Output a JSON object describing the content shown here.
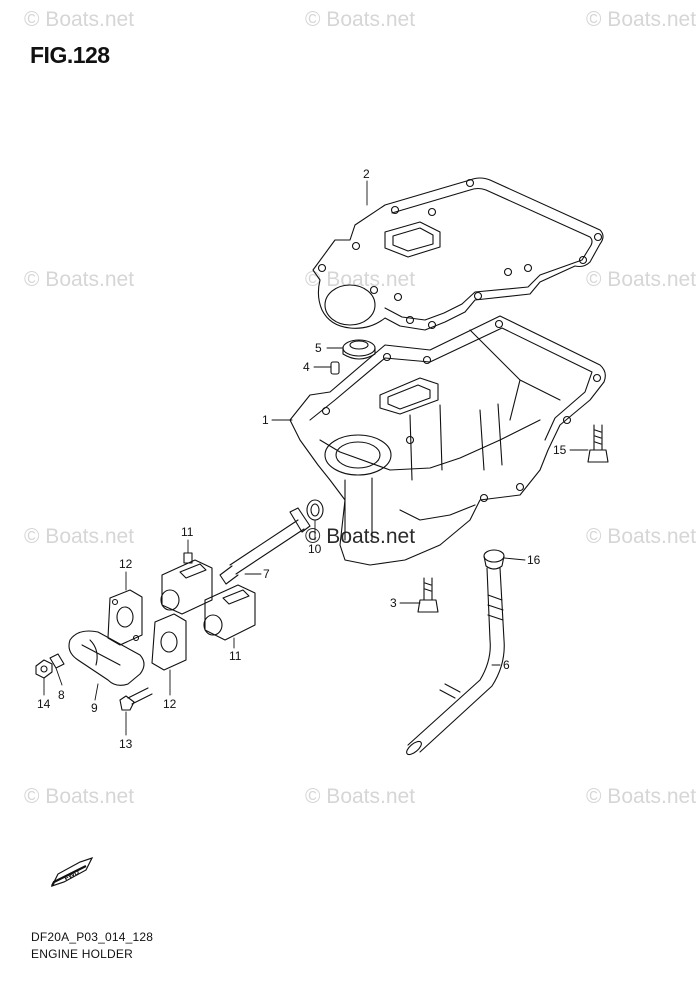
{
  "figure": {
    "title": "FIG.128"
  },
  "watermark": {
    "text": "© Boats.net"
  },
  "callouts": {
    "c1": "1",
    "c2": "2",
    "c3": "3",
    "c4": "4",
    "c5": "5",
    "c6": "6",
    "c7": "7",
    "c8": "8",
    "c9": "9",
    "c10": "10",
    "c11a": "11",
    "c11b": "11",
    "c12a": "12",
    "c12b": "12",
    "c13": "13",
    "c14": "14",
    "c15": "15",
    "c16": "16"
  },
  "fwd_badge": {
    "text": "FWD"
  },
  "footer": {
    "code": "DF20A_P03_014_128",
    "caption": "ENGINE HOLDER"
  },
  "colors": {
    "line": "#111111",
    "watermark": "#d6d6d6"
  }
}
